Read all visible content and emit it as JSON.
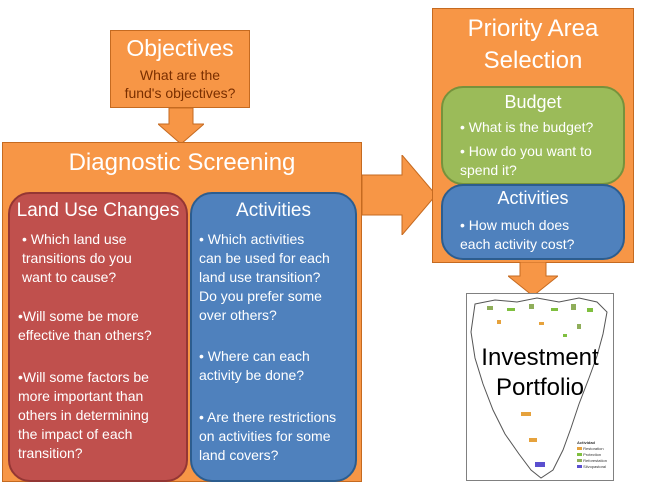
{
  "objectives": {
    "title": "Objectives",
    "question_line1": "What are the",
    "question_line2": "fund's objectives?"
  },
  "diagnostic_screening": {
    "title": "Diagnostic Screening"
  },
  "land_use_changes": {
    "title": "Land Use Changes",
    "items": [
      {
        "lines": [
          "• Which land use",
          "transitions do you",
          "want to cause?"
        ]
      },
      {
        "lines": [
          "•Will some be more",
          "effective than others?"
        ]
      },
      {
        "lines": [
          "•Will some factors be",
          "more important than",
          "others in determining",
          "the impact of each",
          "transition?"
        ]
      }
    ]
  },
  "activities_left": {
    "title": "Activities",
    "items": [
      {
        "lines": [
          "• Which activities",
          "can be used for each",
          "land use transition?",
          "Do you prefer some",
          "over others?"
        ]
      },
      {
        "lines": [
          "• Where can each",
          "activity be done?"
        ]
      },
      {
        "lines": [
          "• Are there restrictions",
          "on activities for some",
          "land covers?"
        ]
      }
    ]
  },
  "priority_area": {
    "title_line1": "Priority Area",
    "title_line2": "Selection"
  },
  "budget": {
    "title": "Budget",
    "items": [
      {
        "lines": [
          "• What is the budget?"
        ]
      },
      {
        "lines": [
          "• How do you want to",
          "spend it?"
        ]
      }
    ]
  },
  "activities_right": {
    "title": "Activities",
    "items": [
      {
        "lines": [
          "• How much does",
          "each activity cost?"
        ]
      }
    ]
  },
  "investment_portfolio": {
    "line1": "Investment",
    "line2": "Portfolio",
    "legend_title": "Actividad",
    "legend_items": [
      "Restoration",
      "Protection",
      "Reforestation",
      "Silvopastoral"
    ],
    "legend_colors": [
      "#e6a23c",
      "#7fbf3f",
      "#8fae5a",
      "#5a4fcf"
    ]
  },
  "colors": {
    "orange": "#f79646",
    "red": "#c0504d",
    "blue": "#4f81bd",
    "green": "#9bbb59",
    "arrow": "#f79646"
  }
}
